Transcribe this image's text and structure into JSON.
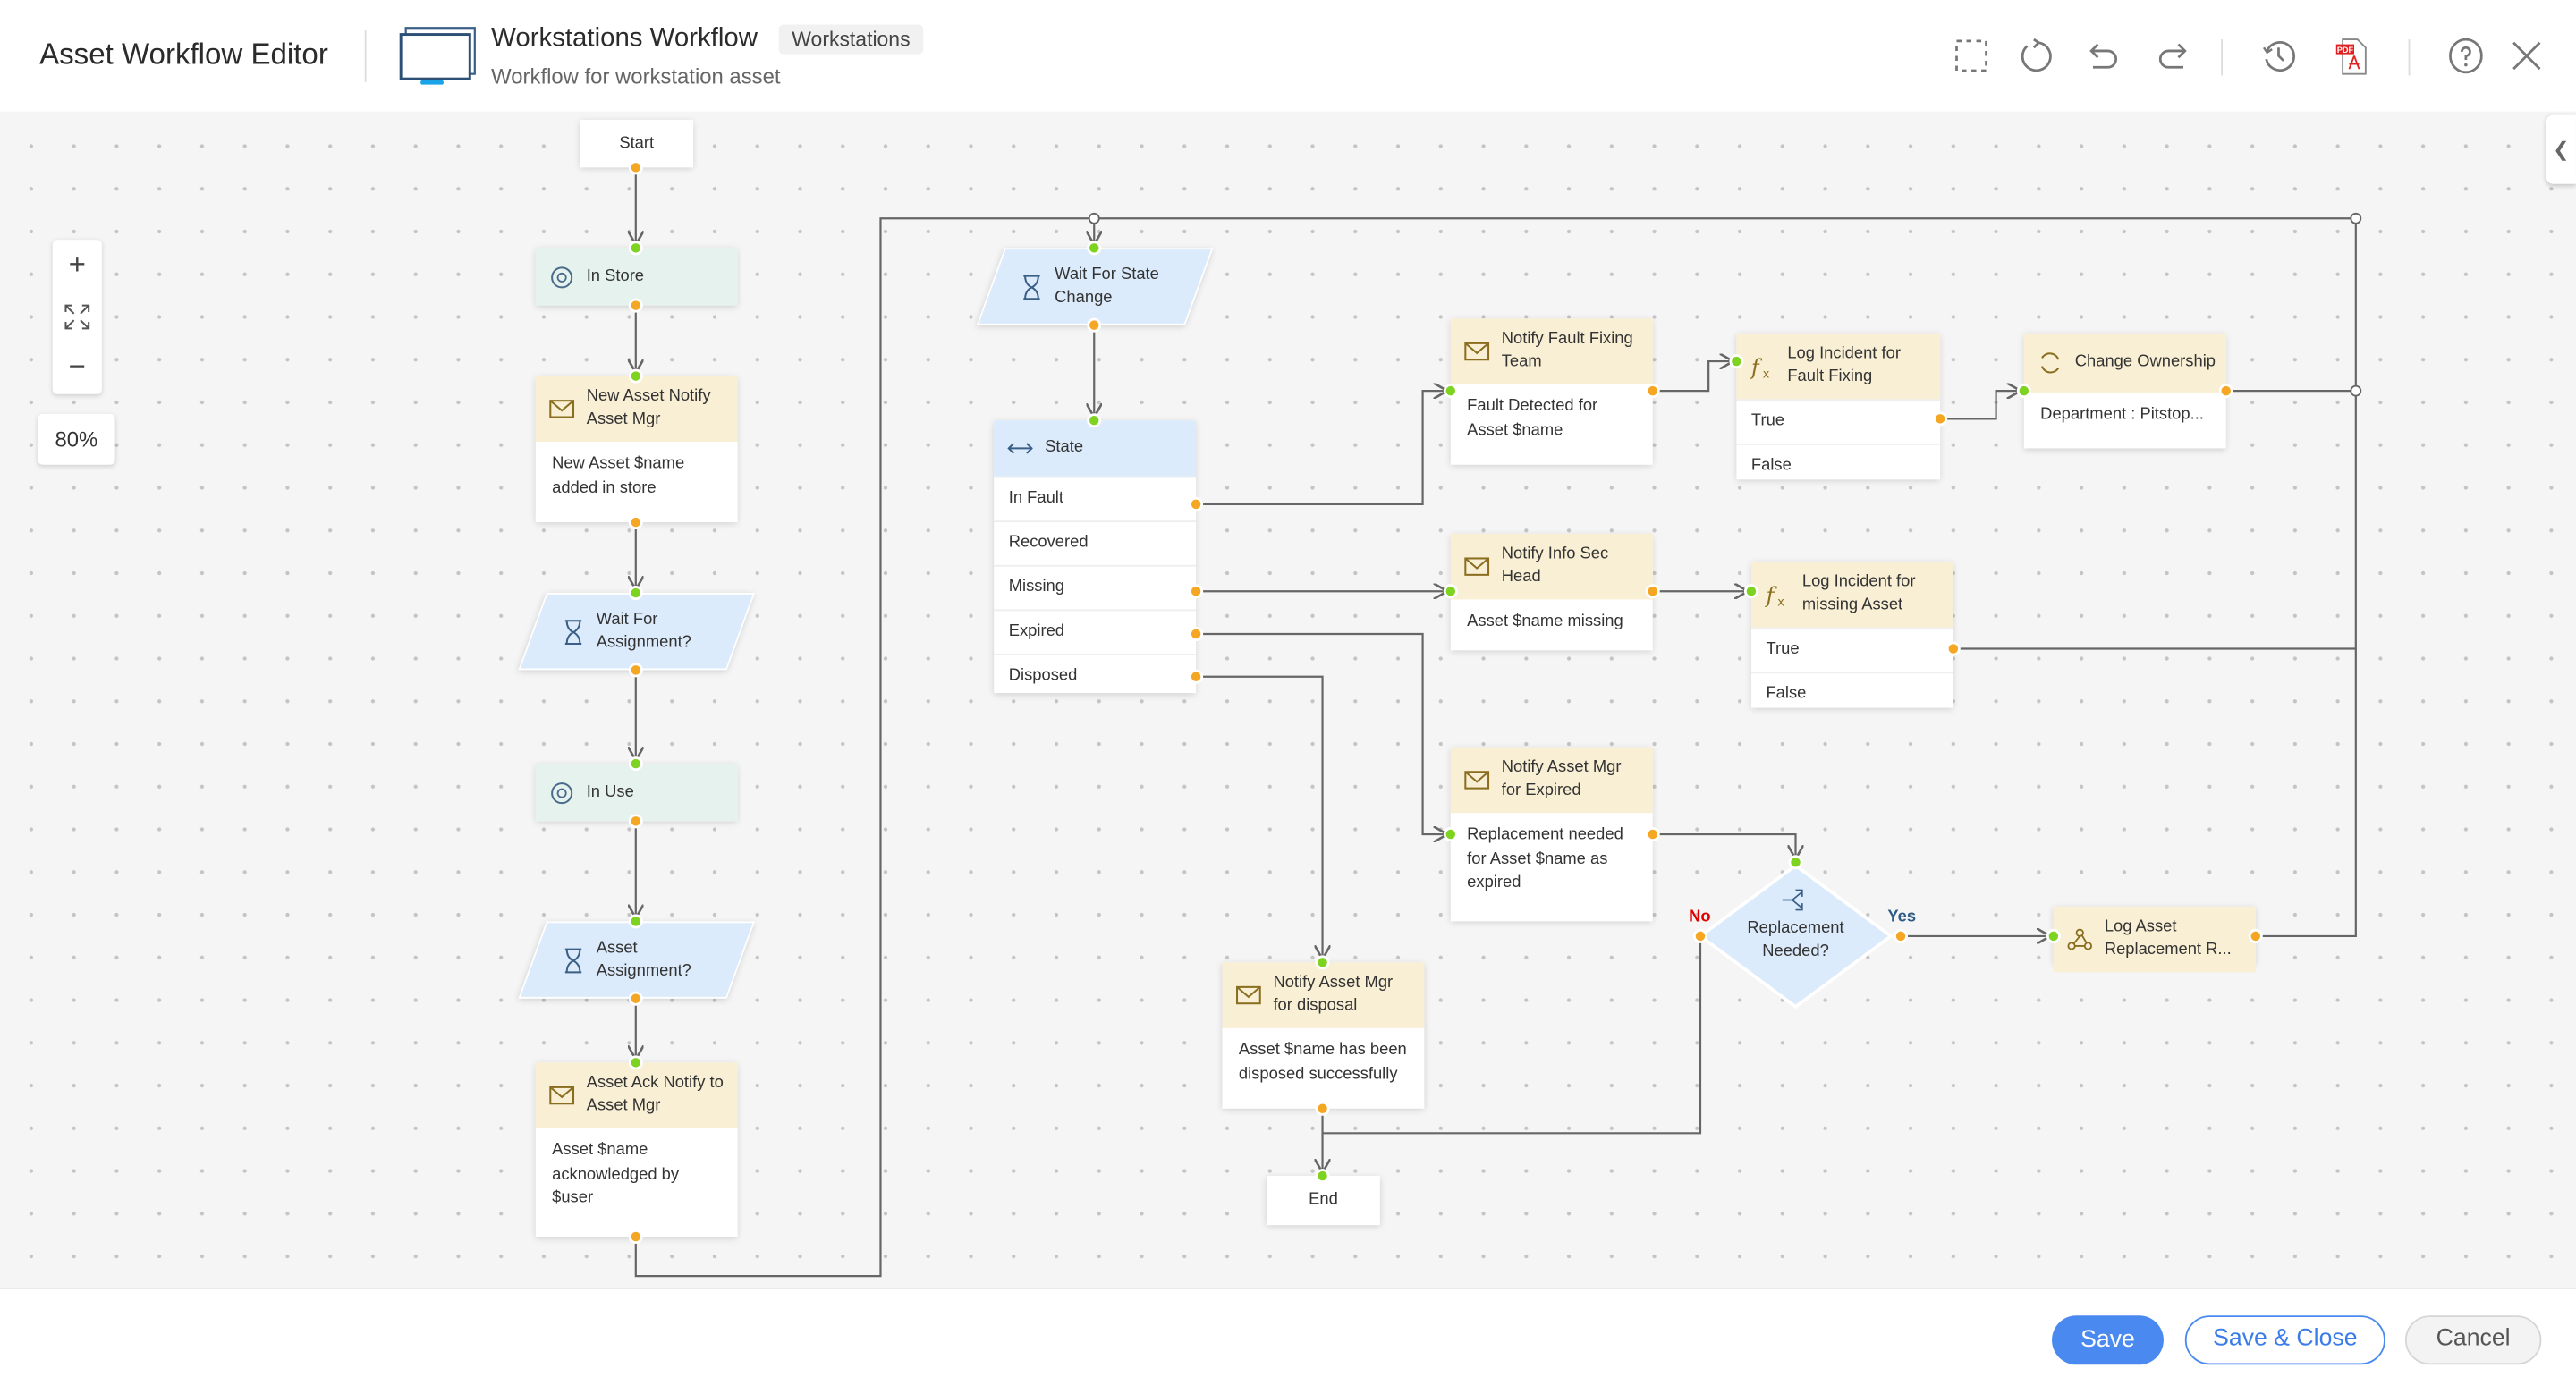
{
  "header": {
    "app_title": "Asset Workflow Editor",
    "workflow_title": "Workstations Workflow",
    "badge": "Workstations",
    "subtitle": "Workflow for workstation asset",
    "toolbar": [
      {
        "icon": "select-area-icon"
      },
      {
        "icon": "refresh-icon"
      },
      {
        "icon": "undo-icon"
      },
      {
        "icon": "redo-icon"
      },
      {
        "icon": "history-icon"
      },
      {
        "icon": "pdf-icon",
        "label": "PDF"
      },
      {
        "icon": "help-icon"
      },
      {
        "icon": "close-icon"
      }
    ]
  },
  "zoom": {
    "level": "80%",
    "zoom_in": "+",
    "zoom_out": "−"
  },
  "colors": {
    "accent": "#4a8af0",
    "task_header": "#f8efd4",
    "state_header": "#e5f2ee",
    "wait_fill": "#dcebfb",
    "input_port": "#7ed321",
    "output_port": "#f5a623",
    "no_label": "#e00000",
    "yes_label": "#2d5a86"
  },
  "nodes": {
    "start": "Start",
    "in_store": "In Store",
    "new_asset": {
      "title": "New Asset Notify Asset Mgr",
      "body": "New  Asset $name added in store"
    },
    "wait_assign": "Wait For Assignment?",
    "in_use": "In Use",
    "asset_assign": "Asset Assignment?",
    "ack": {
      "title": "Asset Ack Notify to Asset Mgr",
      "body": "Asset $name acknowledged by $user"
    },
    "wait_state": "Wait For State Change",
    "state": {
      "title": "State",
      "rows": [
        "In Fault",
        "Recovered",
        "Missing",
        "Expired",
        "Disposed"
      ]
    },
    "notify_fault": {
      "title": "Notify Fault Fixing Team",
      "body": "Fault Detected for Asset $name"
    },
    "log_fault": {
      "title": "Log Incident for Fault Fixing",
      "rows": [
        "True",
        "False"
      ]
    },
    "change_owner": {
      "title": "Change Ownership",
      "body": "Department : Pitstop..."
    },
    "notify_infosec": {
      "title": "Notify Info Sec Head",
      "body": "Asset $name  missing"
    },
    "log_missing": {
      "title": "Log Incident for missing Asset",
      "rows": [
        "True",
        "False"
      ]
    },
    "notify_expired": {
      "title": "Notify Asset Mgr for Expired",
      "body": "Replacement needed for Asset $name as expired"
    },
    "decision": {
      "title": "Replacement Needed?",
      "no": "No",
      "yes": "Yes"
    },
    "log_replacement": "Log Asset Replacement R...",
    "notify_disposal": {
      "title": "Notify Asset Mgr for disposal",
      "body": "Asset $name has been disposed successfully"
    },
    "end": "End"
  },
  "footer": {
    "save": "Save",
    "save_close": "Save & Close",
    "cancel": "Cancel"
  }
}
